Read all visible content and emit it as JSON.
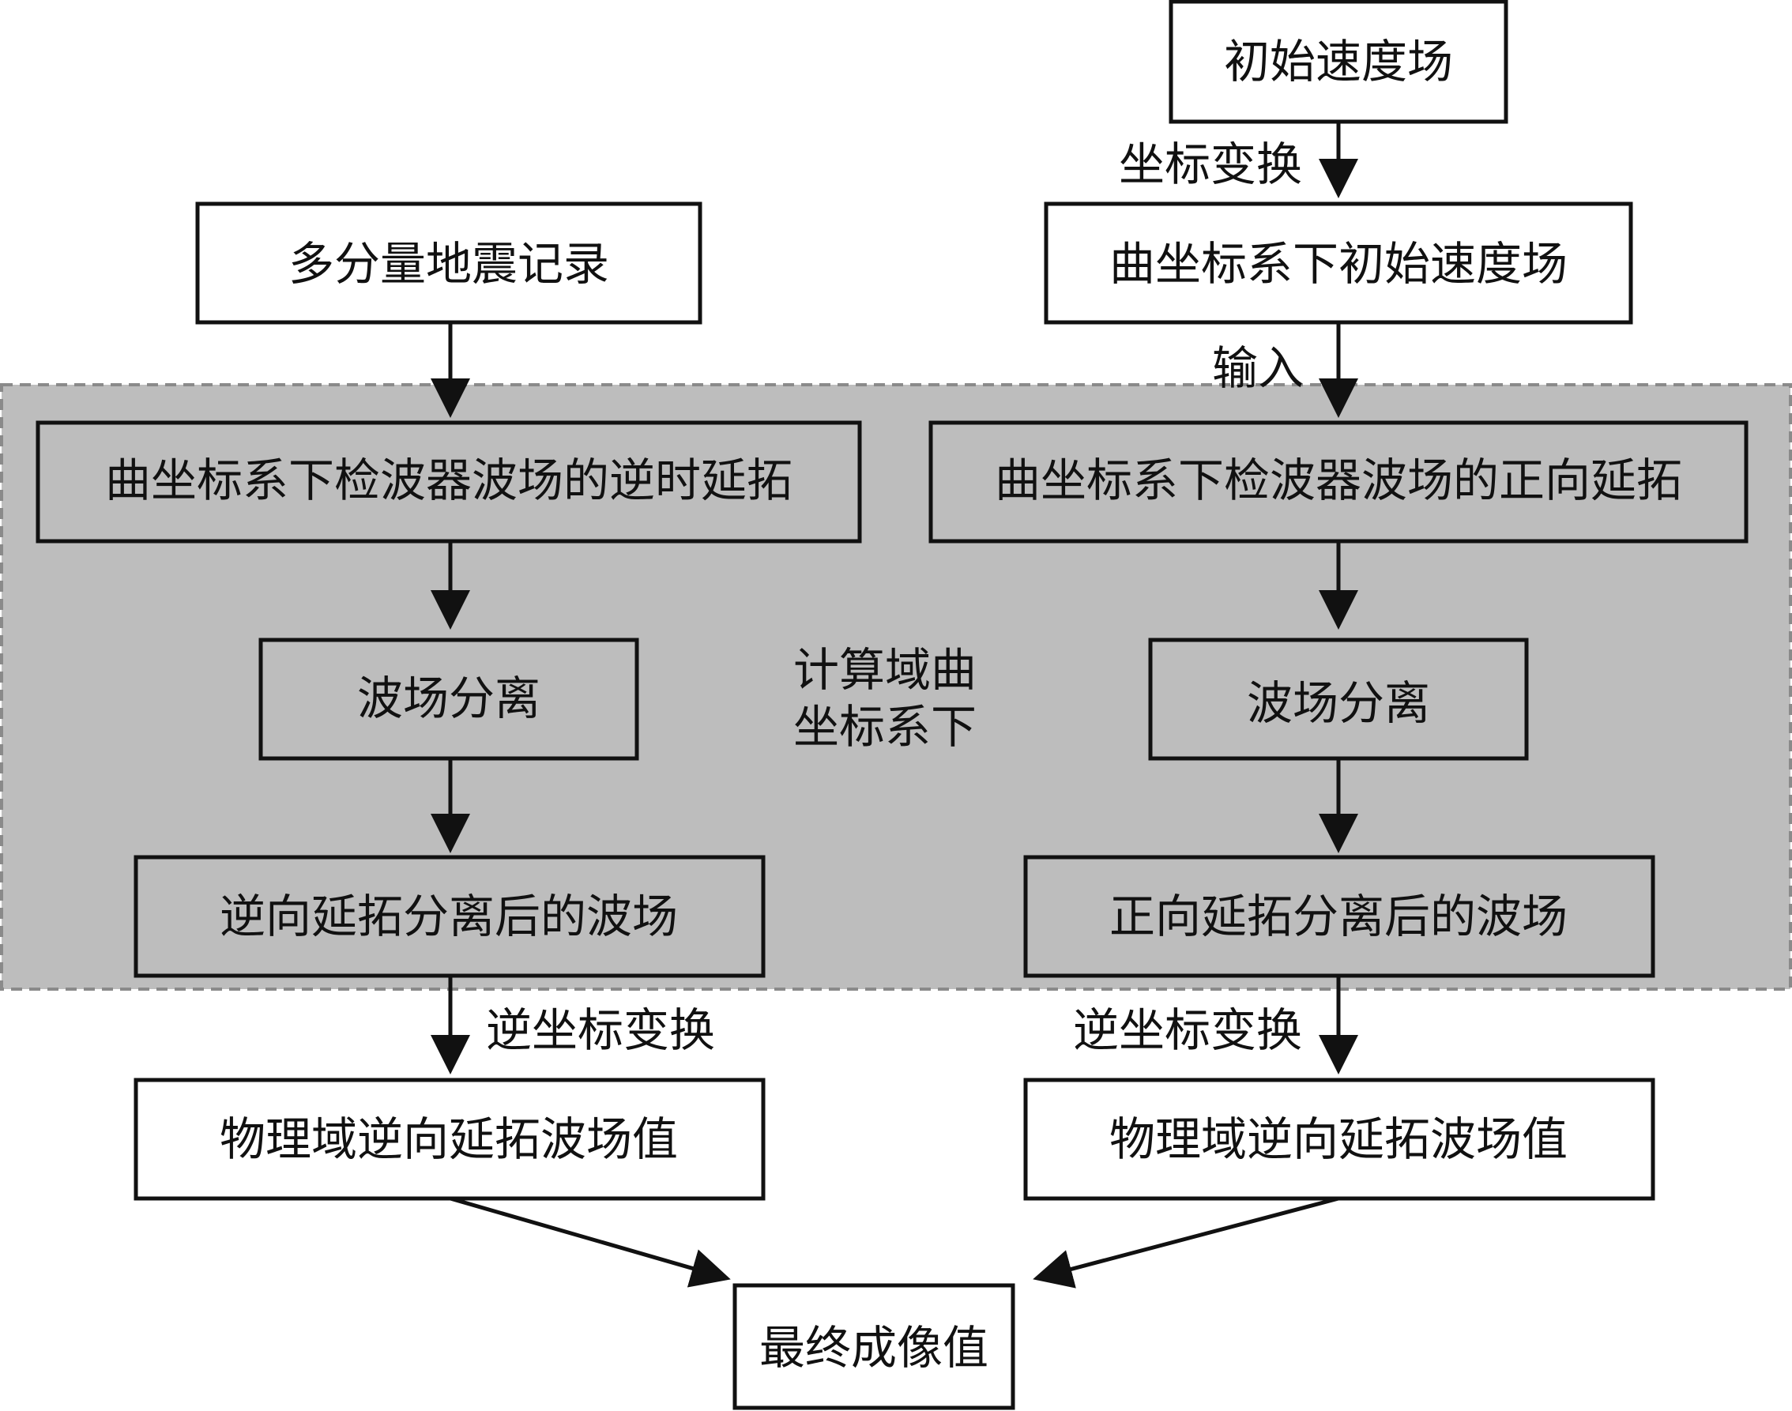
{
  "region": {
    "label_lines": [
      "计算域曲",
      "坐标系下"
    ],
    "fill": "#bdbdbd",
    "border": "#8a8a8a"
  },
  "nodes": {
    "init_velocity": "初始速度场",
    "curv_velocity": "曲坐标系下初始速度场",
    "seismic_record": "多分量地震记录",
    "left_extrap": "曲坐标系下检波器波场的逆时延拓",
    "right_extrap": "曲坐标系下检波器波场的正向延拓",
    "left_sep": "波场分离",
    "right_sep": "波场分离",
    "left_sep_wave": "逆向延拓分离后的波场",
    "right_sep_wave": "正向延拓分离后的波场",
    "left_phys": "物理域逆向延拓波场值",
    "right_phys": "物理域逆向延拓波场值",
    "final": "最终成像值"
  },
  "edges": {
    "coord_transform": "坐标变换",
    "input": "输入",
    "left_inverse": "逆坐标变换",
    "right_inverse": "逆坐标变换"
  },
  "colors": {
    "line": "#111111",
    "box_white": "#ffffff",
    "box_gray": "#bdbdbd"
  }
}
